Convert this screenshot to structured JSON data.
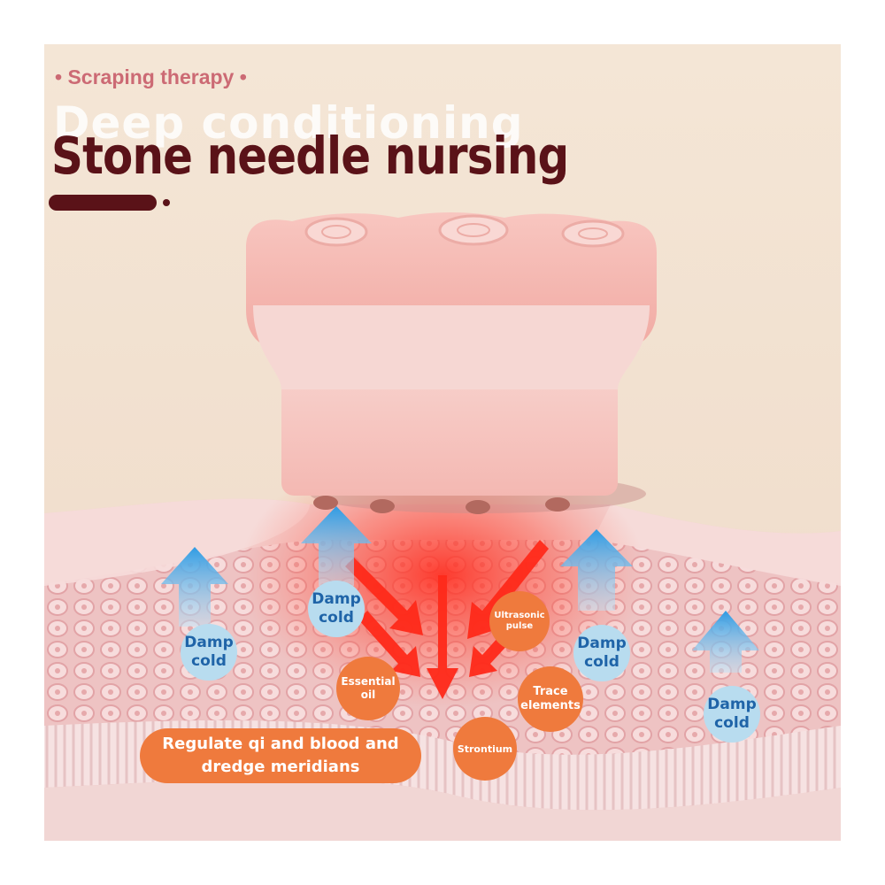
{
  "header": {
    "kicker": "• Scraping therapy •",
    "ghost_title": "Deep conditioning",
    "title": "Stone needle nursing"
  },
  "labels": {
    "damp_cold": "Damp cold",
    "ultrasonic_pulse": "Ultrasonic pulse",
    "essential_oil": "Essential oil",
    "trace_elements": "Trace elements",
    "strontium": "Strontium",
    "benefit": "Regulate qi and blood and dredge meridians"
  },
  "colors": {
    "background": "#f3e3d3",
    "title": "#5a1218",
    "kicker": "#cc6a74",
    "device_pink": "#f2aaa4",
    "skin_pink": "#f0c1c0",
    "bubble_blue": "#b8dcef",
    "bubble_text_blue": "#1f64a8",
    "accent_orange": "#ef7a3d",
    "arrow_red": "#ff2a1a",
    "arrow_blue": "#3aa6e8"
  }
}
